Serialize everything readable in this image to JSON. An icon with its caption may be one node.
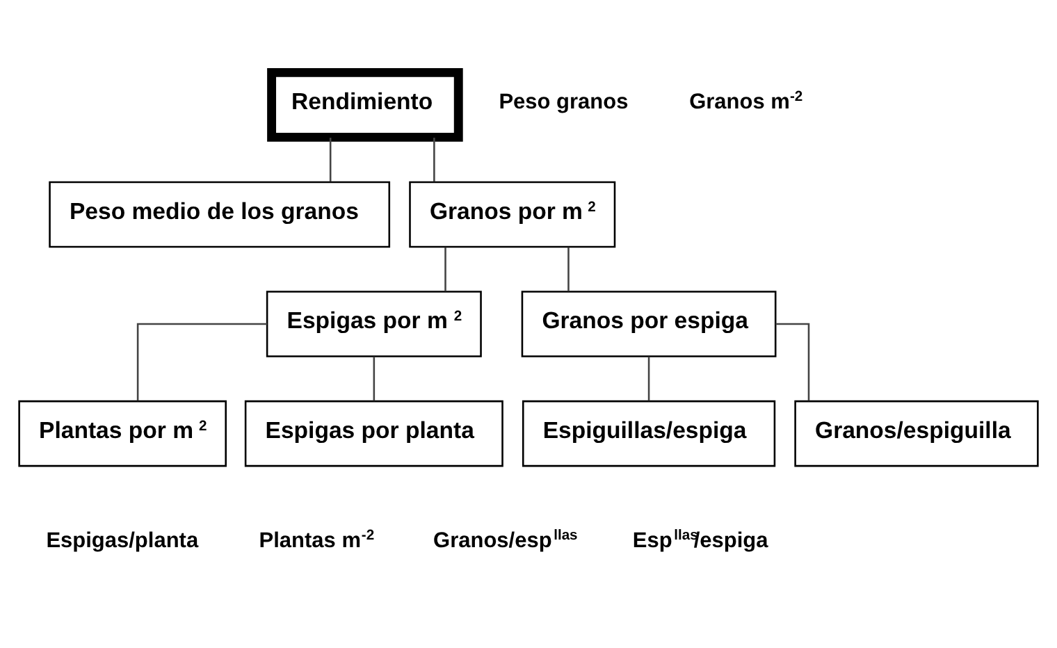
{
  "diagram": {
    "nodes": [
      {
        "text": [
          "Rendimiento"
        ]
      },
      {
        "text": [
          "Peso medio de los granos"
        ]
      },
      {
        "text": [
          "Granos por m$^{2}$"
        ]
      },
      {
        "text": [
          "Espigas por m$^{2}$"
        ]
      },
      {
        "text": [
          "Granos por espiga"
        ]
      },
      {
        "text": [
          "Plantas por m$^{2}$"
        ]
      },
      {
        "text": [
          "Espigas por planta"
        ]
      },
      {
        "text": [
          "Espiguillas/espiga"
        ]
      },
      {
        "text": [
          "Granos/espiguilla"
        ]
      }
    ],
    "edges": [
      {
        "from": 0,
        "to": 1,
        "arrow": "none"
      },
      {
        "from": 0,
        "to": 2,
        "arrow": "none"
      },
      {
        "from": 2,
        "to": 3,
        "arrow": "none"
      },
      {
        "from": 2,
        "to": 4,
        "arrow": "none"
      },
      {
        "from": 3,
        "to": 5,
        "arrow": "none"
      },
      {
        "from": 3,
        "to": 6,
        "arrow": "none"
      },
      {
        "from": 4,
        "to": 7,
        "arrow": "none"
      },
      {
        "from": 4,
        "to": 8,
        "arrow": "none"
      }
    ],
    "labels": [
      "Peso granos",
      "Granos m$^{-2}$",
      "Espigas/planta",
      "Plantas m$^{-2}$",
      "Granos/esp$^{llas}$",
      "Esp$^{llas}$/espiga"
    ]
  }
}
